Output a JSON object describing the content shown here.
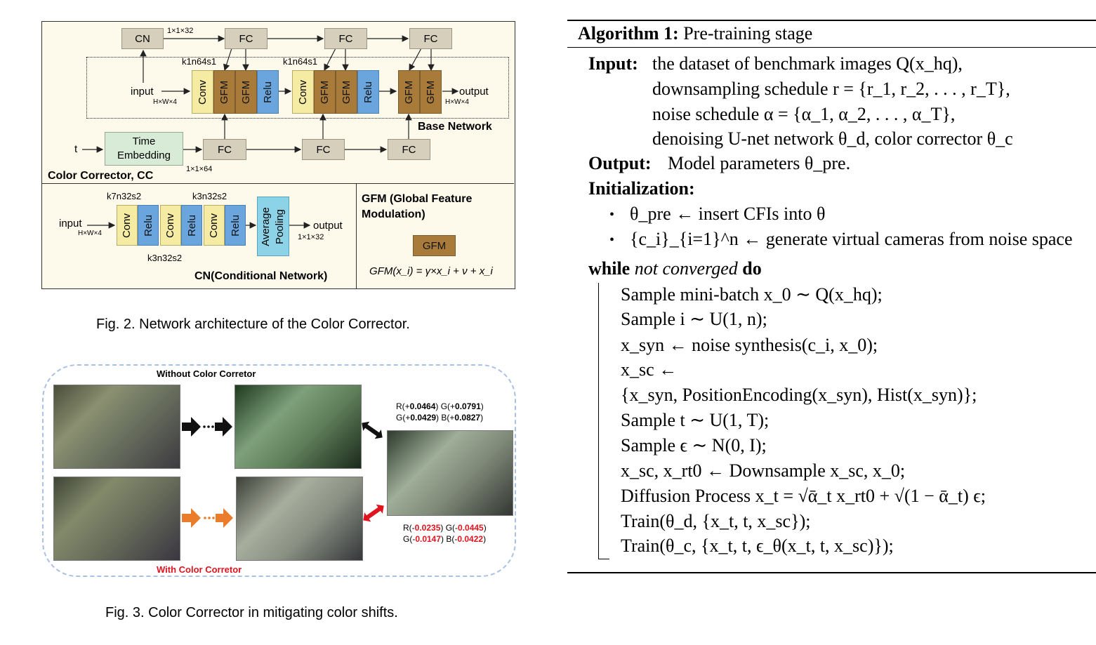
{
  "fig2": {
    "caption": "Fig. 2.  Network architecture of the Color Corrector.",
    "cn_label": "CN",
    "fc_label": "FC",
    "dim_1x1x32": "1×1×32",
    "k1n64s1": "k1n64s1",
    "input_label": "input",
    "output_label": "output",
    "hw4": "H×W×4",
    "conv": "Conv",
    "gfm": "GFM",
    "relu": "Relu",
    "base_network": "Base Network",
    "t_label": "t",
    "time_embedding_1": "Time",
    "time_embedding_2": "Embedding",
    "dim_1x1x64": "1×1×64",
    "color_corrector": "Color Corrector,  CC",
    "k7n32s2": "k7n32s2",
    "k3n32s2": "k3n32s2",
    "average_pooling_1": "Average",
    "average_pooling_2": "Pooling",
    "cn_title": "CN(Conditional Network)",
    "gfm_title_1": "GFM  (Global Feature",
    "gfm_title_2": "Modulation)",
    "gfm_formula": "GFM(x_i) = γ×x_i + ν + x_i"
  },
  "fig3": {
    "caption": "Fig. 3.  Color Corrector in mitigating color shifts.",
    "without_label": "Without Color Corretor",
    "with_label": "With Color Corretor",
    "top_stats_line1_a": "R(+",
    "top_stats_line1_b": "0.0464",
    "top_stats_line1_c": ") G(+",
    "top_stats_line1_d": "0.0791",
    "top_stats_line1_e": ")",
    "top_stats_line2_a": "G(+",
    "top_stats_line2_b": "0.0429",
    "top_stats_line2_c": ") B(+",
    "top_stats_line2_d": "0.0827",
    "top_stats_line2_e": ")",
    "bot_stats_line1_a": "R(-",
    "bot_stats_line1_b": "0.0235",
    "bot_stats_line1_c": ") G(-",
    "bot_stats_line1_d": "0.0445",
    "bot_stats_line1_e": ")",
    "bot_stats_line2_a": "G(-",
    "bot_stats_line2_b": "0.0147",
    "bot_stats_line2_c": ") B(-",
    "bot_stats_line2_d": "0.0422",
    "bot_stats_line2_e": ")",
    "colors": {
      "accent_red": "#e0141e",
      "arrow_orange": "#ea7d2c",
      "dash_blue": "#a9c2e3"
    }
  },
  "algorithm": {
    "title_bold": "Algorithm 1:",
    "title_rest": " Pre-training stage",
    "input_kw": "Input:",
    "input_1": "the dataset of benchmark images Q(x_hq),",
    "input_2": "downsampling schedule r = {r_1, r_2, . . . , r_T},",
    "input_3": "noise schedule α = {α_1, α_2, . . . , α_T},",
    "input_4": "denoising U-net network θ_d, color corrector θ_c",
    "output_kw": "Output:",
    "output_1": "Model parameters θ_pre.",
    "init_kw": "Initialization:",
    "init_1": "θ_pre ← insert CFIs into θ",
    "init_2": "{c_i}_{i=1}^n ← generate virtual cameras from noise space",
    "while_kw": "while",
    "while_cond": "not converged",
    "do_kw": "do",
    "body": [
      "Sample mini-batch x_0 ∼ Q(x_hq);",
      "Sample i ∼ U(1, n);",
      "x_syn ← noise synthesis(c_i, x_0);",
      "x_sc ←",
      "{x_syn, PositionEncoding(x_syn), Hist(x_syn)};",
      "Sample t ∼ U(1, T);",
      "Sample ϵ ∼ N(0, I);",
      "x_sc, x_rt0 ← Downsample x_sc, x_0;",
      "Diffusion Process x_t = √ᾱ_t x_rt0 + √(1 − ᾱ_t) ϵ;",
      "Train(θ_d, {x_t, t, x_sc});",
      "Train(θ_c, {x_t, t, ϵ_θ(x_t, t, x_sc)});"
    ]
  }
}
